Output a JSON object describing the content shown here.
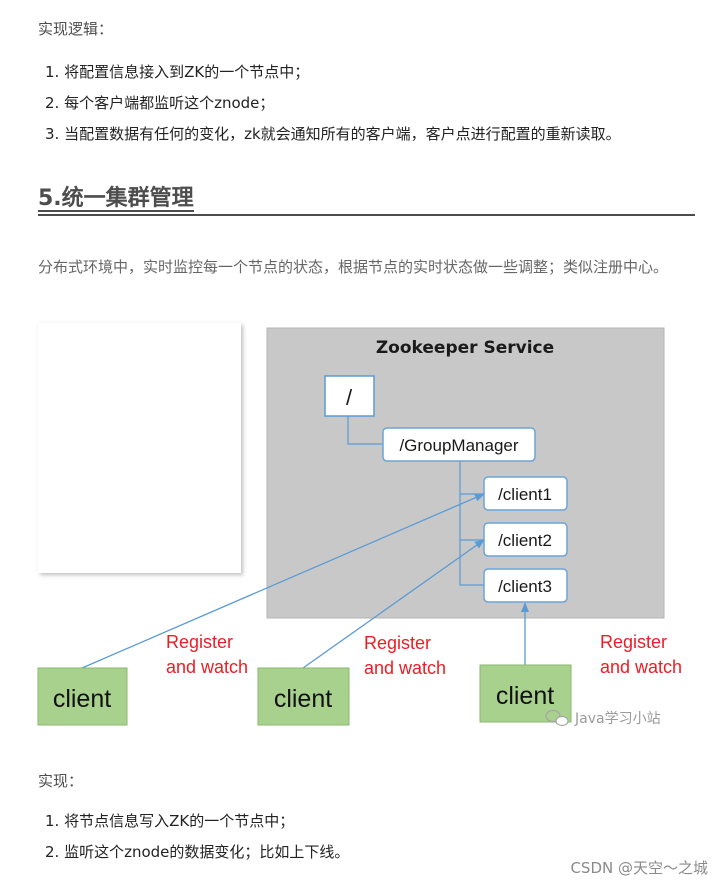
{
  "logic_label": "实现逻辑：",
  "logic_items": [
    "1. 将配置信息接入到ZK的一个节点中；",
    "2. 每个客户端都监听这个znode；",
    "3. 当配置数据有任何的变化，zk就会通知所有的客户端，客户点进行配置的重新读取。"
  ],
  "section_heading": "5.统一集群管理",
  "section_desc": "分布式环境中，实时监控每一个节点的状态，根据节点的实时状态做一些调整；类似注册中心。",
  "diagram": {
    "service_title": "Zookeeper Service",
    "root_node": "/",
    "group_node": "/GroupManager",
    "child_nodes": [
      "/client1",
      "/client2",
      "/client3"
    ],
    "clients": [
      "client",
      "client",
      "client"
    ],
    "register_line1": "Register",
    "register_line2": "and watch",
    "watermark": "Java学习小站",
    "colors": {
      "service_bg": "#c8c8c8",
      "node_border": "#6ba4d8",
      "client_bg": "#a9d18e",
      "client_border": "#8ab96e",
      "arrow": "#5b9bd5",
      "register_text": "#ee1c24"
    }
  },
  "impl_label": "实现：",
  "impl_items": [
    "1. 将节点信息写入ZK的一个节点中；",
    "2. 监听这个znode的数据变化；比如上下线。"
  ],
  "footer_watermark": "CSDN @天空～之城"
}
